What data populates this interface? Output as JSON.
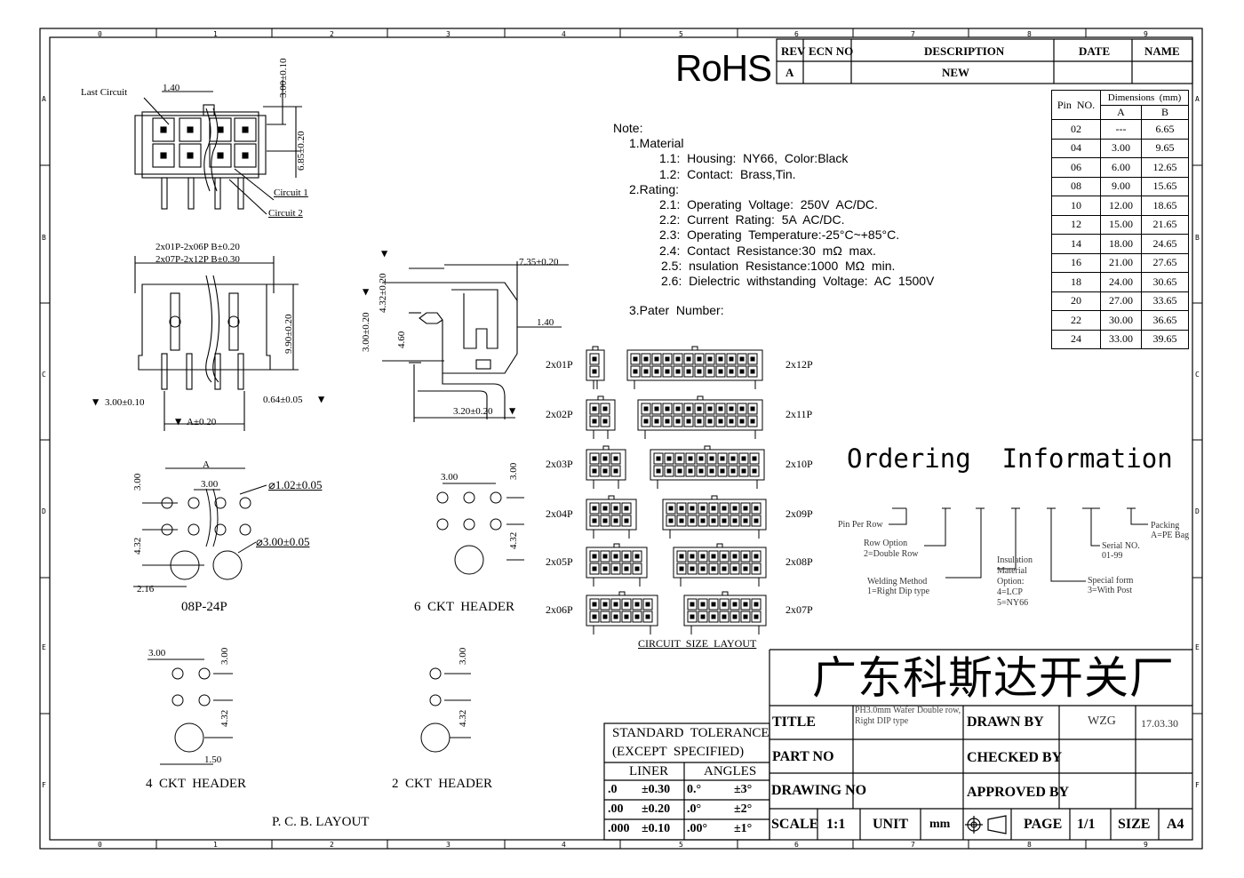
{
  "frame": {
    "col_marks": [
      "0",
      "1",
      "2",
      "3",
      "4",
      "5",
      "6",
      "7",
      "8",
      "9"
    ],
    "row_marks": [
      "A",
      "B",
      "C",
      "D",
      "E",
      "F"
    ]
  },
  "rohs": "RoHS",
  "revision": {
    "headers": [
      "REV",
      "ECN NO",
      "DESCRIPTION",
      "DATE",
      "NAME"
    ],
    "row": [
      "A",
      "",
      "NEW",
      "",
      ""
    ]
  },
  "notes": {
    "title": "Note:",
    "material": "1.Material",
    "m1": "1.1:  Housing:  NY66,  Color:Black",
    "m2": "1.2:  Contact:  Brass,Tin.",
    "rating": "2.Rating:",
    "r1": "2.1:  Operating  Voltage:  250V  AC/DC.",
    "r2": "2.2:  Current  Rating:  5A  AC/DC.",
    "r3": "2.3:  Operating  Temperature:-25°C~+85°C.",
    "r4": "2.4:  Contact  Resistance:30  mΩ  max.",
    "r5": "2.5:  nsulation  Resistance:1000  MΩ  min.",
    "r6": "2.6:  Dielectric  withstanding  Voltage:  AC  1500V",
    "pater": "3.Pater  Number:"
  },
  "dim_table": {
    "pin_header": "Pin  NO.",
    "dims_header": "Dimensions  (mm)",
    "col_a": "A",
    "col_b": "B",
    "rows": [
      [
        "02",
        "---",
        "6.65"
      ],
      [
        "04",
        "3.00",
        "9.65"
      ],
      [
        "06",
        "6.00",
        "12.65"
      ],
      [
        "08",
        "9.00",
        "15.65"
      ],
      [
        "10",
        "12.00",
        "18.65"
      ],
      [
        "12",
        "15.00",
        "21.65"
      ],
      [
        "14",
        "18.00",
        "24.65"
      ],
      [
        "16",
        "21.00",
        "27.65"
      ],
      [
        "18",
        "24.00",
        "30.65"
      ],
      [
        "20",
        "27.00",
        "33.65"
      ],
      [
        "22",
        "30.00",
        "36.65"
      ],
      [
        "24",
        "33.00",
        "39.65"
      ]
    ]
  },
  "top_view": {
    "last_circuit": "Last Circuit",
    "pitch": "1.40",
    "circuit1": "Circuit 1",
    "circuit2": "Circuit 2",
    "dim_v1": "3.00±0.10",
    "dim_v2": "6.85±0.20"
  },
  "front_view": {
    "range1": "2x01P-2x06P B±0.20",
    "range2": "2x07P-2x12P B±0.30",
    "height": "9.90±0.20",
    "pitch": "3.00±0.10",
    "pin": "0.64±0.05",
    "a_dim": "A±0.20"
  },
  "side_view": {
    "depth": "7.35±0.20",
    "h1": "4.32±0.20",
    "h2": "3.00±0.20",
    "h3": "4.60",
    "post": "1.40",
    "bottom": "3.20±0.20"
  },
  "pcb": {
    "a": "A",
    "d300": "3.00",
    "d300b": "3.00",
    "d432": "4.32",
    "d216": "2.16",
    "hole_small": "⌀1.02±0.05",
    "hole_big": "⌀3.00±0.05",
    "label_08_24": "08P-24P",
    "six_pitch": "3.00",
    "six_v": "3.00",
    "six_432": "4.32",
    "six_label": "6  CKT  HEADER",
    "four_pitch": "3.00",
    "four_v": "3.00",
    "four_432": "4.32",
    "four_150": "1.50",
    "four_label": "4  CKT  HEADER",
    "two_v": "3.00",
    "two_432": "4.32",
    "two_label": "2  CKT  HEADER",
    "layout_label": "P. C. B. LAYOUT"
  },
  "circuits": {
    "left": [
      "2x01P",
      "2x02P",
      "2x03P",
      "2x04P",
      "2x05P",
      "2x06P"
    ],
    "right": [
      "2x12P",
      "2x11P",
      "2x10P",
      "2x09P",
      "2x08P",
      "2x07P"
    ],
    "caption": "CIRCUIT  SIZE  LAYOUT"
  },
  "ordering": {
    "title": "Ordering  Information",
    "pin_per_row": "Pin Per Row",
    "row_option": "Row Option",
    "row_option_v": "2=Double Row",
    "welding": "Welding Method",
    "welding_v": "1=Right Dip type",
    "insul1": "Insulation",
    "insul2": "Material",
    "insul3": "Option:",
    "insul4": "4=LCP",
    "insul5": "5=NY66",
    "serial": "Serial NO.",
    "serial_v": "01-99",
    "special": "Special form",
    "special_v": "3=With Post",
    "packing": "Packing",
    "packing_v": "A=PE Bag"
  },
  "title_block": {
    "company": "广东科斯达开关厂",
    "title_label": "TITLE",
    "title_value": "PH3.0mm Wafer Double row, Right DIP type",
    "drawn_label": "DRAWN BY",
    "drawn_value": "WZG",
    "date": "17.03.30",
    "part_label": "PART NO",
    "checked_label": "CHECKED BY",
    "drawing_label": "DRAWING NO",
    "approved_label": "APPROVED BY",
    "scale_label": "SCALE",
    "scale_value": "1:1",
    "unit_label": "UNIT",
    "unit_value": "mm",
    "page_label": "PAGE",
    "page_value": "1/1",
    "size_label": "SIZE",
    "size_value": "A4"
  },
  "tolerance": {
    "line1": "STANDARD  TOLERANCE",
    "line2": "(EXCEPT  SPECIFIED)",
    "liner": "LINER",
    "angles": "ANGLES",
    "rows": [
      [
        ".0",
        "±0.30",
        "0.°",
        "±3°"
      ],
      [
        ".00",
        "±0.20",
        ".0°",
        "±2°"
      ],
      [
        ".000",
        "±0.10",
        ".00°",
        "±1°"
      ]
    ]
  }
}
